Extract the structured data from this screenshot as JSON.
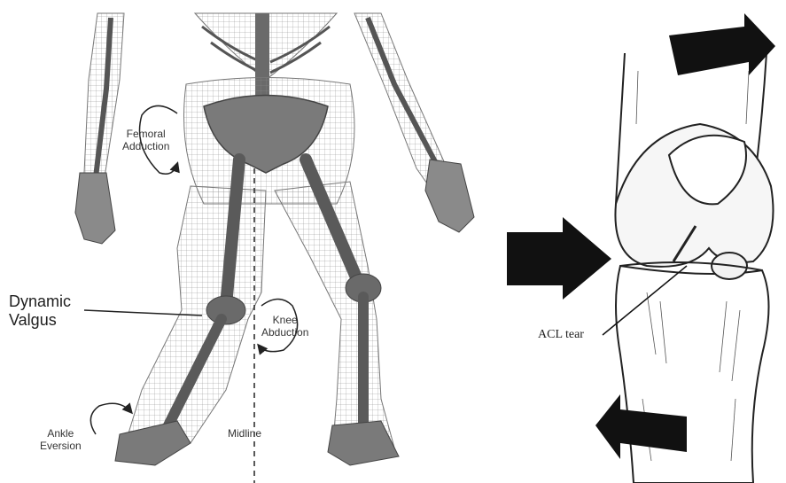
{
  "left_panel": {
    "labels": {
      "femoral_adduction": [
        "Femoral",
        "Adduction"
      ],
      "dynamic_valgus": [
        "Dynamic",
        "Valgus"
      ],
      "knee_abduction": [
        "Knee",
        "Abduction"
      ],
      "ankle_eversion": [
        "Ankle",
        "Eversion"
      ],
      "midline": "Midline"
    }
  },
  "right_panel": {
    "labels": {
      "acl_tear": "ACL tear"
    }
  }
}
